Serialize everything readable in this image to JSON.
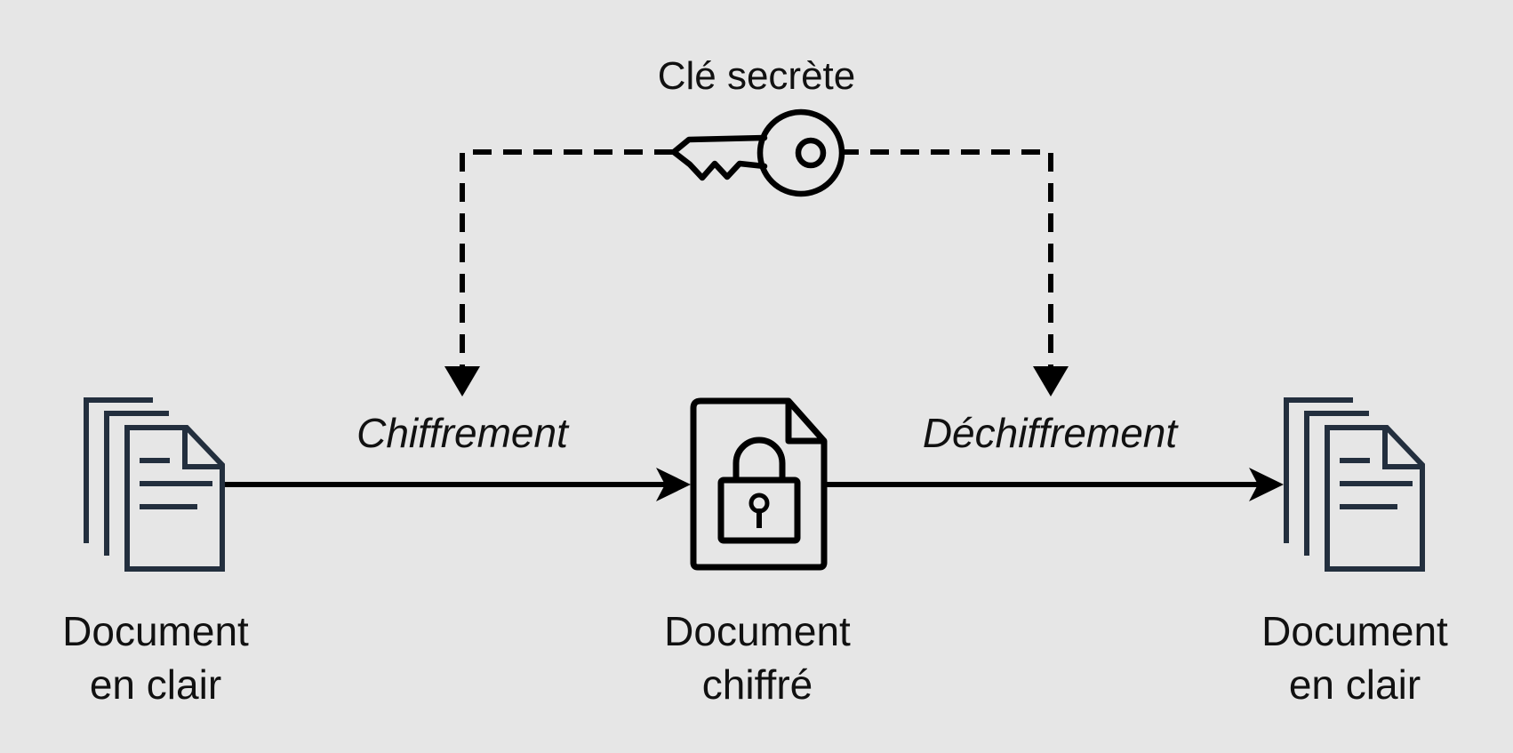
{
  "colors": {
    "background": "#E6E6E6",
    "stroke": "#000000",
    "document_icon": "#232F3E",
    "text": "#111111"
  },
  "key": {
    "label": "Clé secrète",
    "icon": "key-icon"
  },
  "edges": {
    "encrypt_label": "Chiffrement",
    "decrypt_label": "Déchiffrement"
  },
  "nodes": [
    {
      "icon": "documents-stack-icon",
      "line1": "Document",
      "line2": "en clair"
    },
    {
      "icon": "locked-document-icon",
      "line1": "Document",
      "line2": "chiffré"
    },
    {
      "icon": "documents-stack-icon",
      "line1": "Document",
      "line2": "en clair"
    }
  ]
}
